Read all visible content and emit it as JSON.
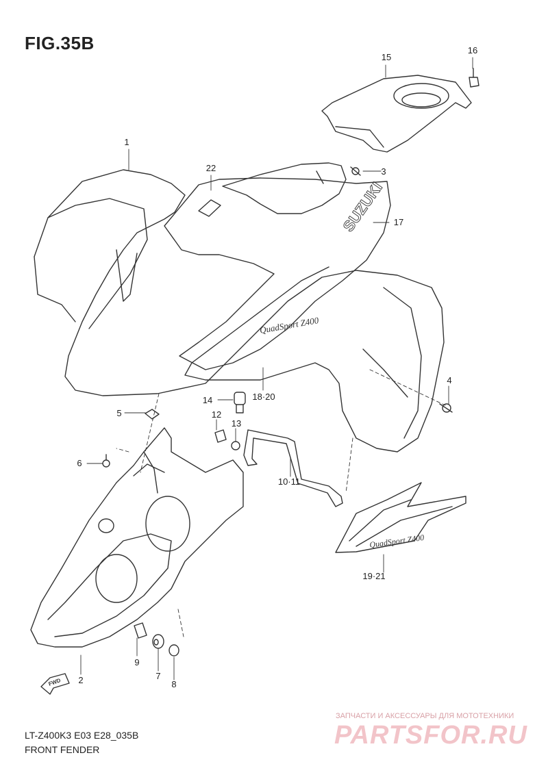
{
  "figure": {
    "title": "FIG.35B"
  },
  "footer": {
    "model_code": "LT-Z400K3 E03 E28_035B",
    "section_name": "FRONT FENDER"
  },
  "watermark": {
    "tagline": "ЗАПЧАСТИ И АКСЕССУАРЫ ДЛЯ МОТОТЕХНИКИ",
    "brand": "PARTSFOR.RU"
  },
  "parts": [
    {
      "label": "1"
    },
    {
      "label": "2"
    },
    {
      "label": "3"
    },
    {
      "label": "4"
    },
    {
      "label": "5"
    },
    {
      "label": "6"
    },
    {
      "label": "7"
    },
    {
      "label": "8"
    },
    {
      "label": "9"
    },
    {
      "label": "10·11"
    },
    {
      "label": "12"
    },
    {
      "label": "13"
    },
    {
      "label": "14"
    },
    {
      "label": "15"
    },
    {
      "label": "16"
    },
    {
      "label": "17"
    },
    {
      "label": "18·20"
    },
    {
      "label": "19·21"
    },
    {
      "label": "22"
    }
  ],
  "artwork": {
    "brand_lettering": "SUZUKI",
    "model_lettering": "QuadSport Z400"
  }
}
